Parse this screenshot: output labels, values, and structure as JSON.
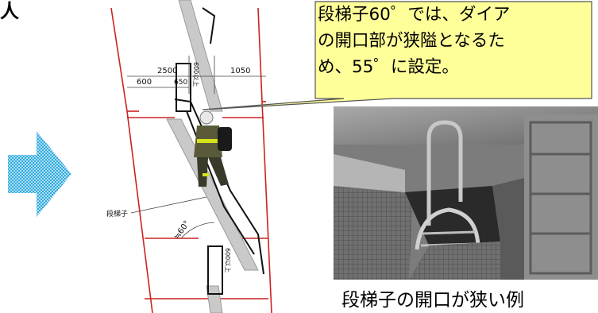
{
  "corner_text": "人",
  "callout": {
    "lines": [
      "段梯子60゜では、ダイア",
      "の開口部が狭隘となるた",
      "め、55゜に設定。"
    ],
    "fill_color": "#ffff99",
    "border_color": "#555555"
  },
  "drawing": {
    "dimensions": [
      "2500",
      "1050",
      "600",
      "650",
      "600以上",
      "600以上"
    ],
    "angle_label": "≒60°",
    "ladder_label": "段梯子",
    "frame_color": "#cc2222"
  },
  "photo_caption": "段梯子の開口が狭い例",
  "icons": {
    "arrow": "right-arrow-icon",
    "worker": "worker-figure-icon"
  }
}
